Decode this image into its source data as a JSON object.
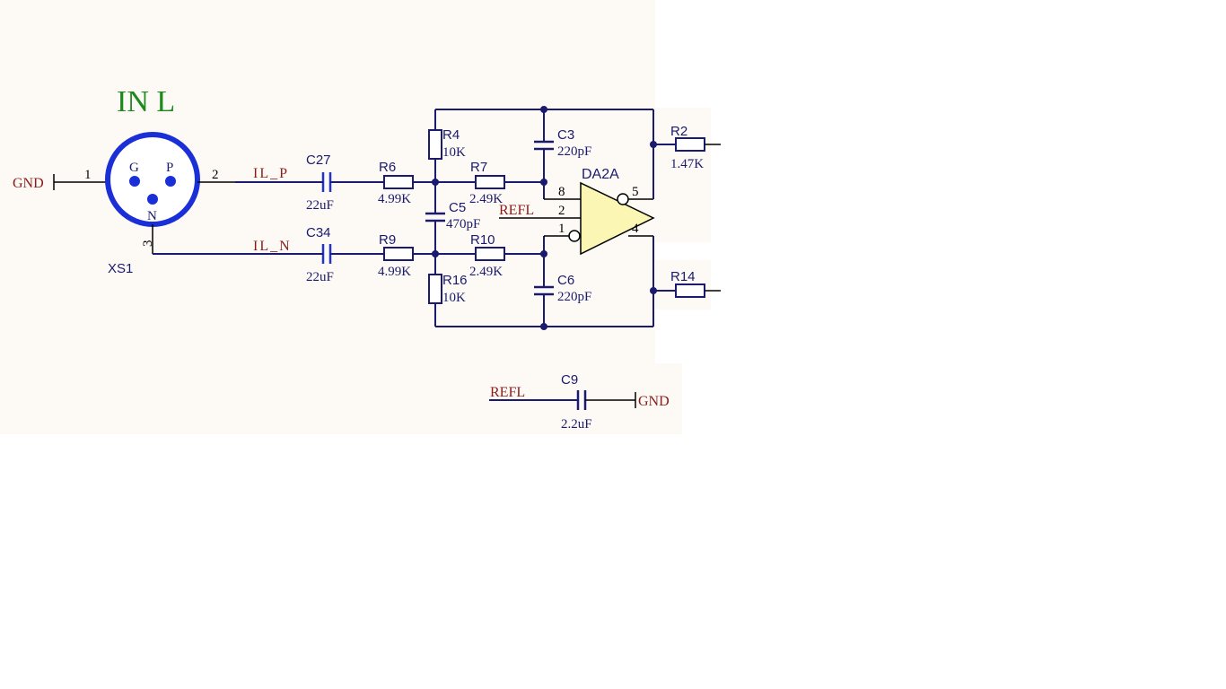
{
  "schematic": {
    "title": "IN L",
    "connector": {
      "designator": "XS1",
      "pins": {
        "G": "G",
        "P": "P",
        "N": "N"
      },
      "pin_numbers": {
        "p1": "1",
        "p2": "2",
        "p3": "3"
      }
    },
    "nets": {
      "gnd_left": "GND",
      "il_p": "IL_P",
      "il_n": "IL_N",
      "refl_op": "REFL",
      "refl_c9": "REFL",
      "gnd_c9": "GND"
    },
    "components": {
      "C27": {
        "ref": "C27",
        "value": "22uF"
      },
      "C34": {
        "ref": "C34",
        "value": "22uF"
      },
      "R6": {
        "ref": "R6",
        "value": "4.99K"
      },
      "R9": {
        "ref": "R9",
        "value": "4.99K"
      },
      "R4": {
        "ref": "R4",
        "value": "10K"
      },
      "R16": {
        "ref": "R16",
        "value": "10K"
      },
      "R7": {
        "ref": "R7",
        "value": "2.49K"
      },
      "R10": {
        "ref": "R10",
        "value": "2.49K"
      },
      "C5": {
        "ref": "C5",
        "value": "470pF"
      },
      "C3": {
        "ref": "C3",
        "value": "220pF"
      },
      "C6": {
        "ref": "C6",
        "value": "220pF"
      },
      "R2": {
        "ref": "R2",
        "value": "1.47K"
      },
      "R14": {
        "ref": "R14",
        "value": ""
      },
      "C9": {
        "ref": "C9",
        "value": "2.2uF"
      }
    },
    "opamp": {
      "ref": "DA2A",
      "pins": {
        "p8": "8",
        "p2": "2",
        "p1": "1",
        "p5": "5",
        "p4": "4"
      }
    },
    "colors": {
      "background": "#fdfaf5",
      "wire": "#1a1a6e",
      "title": "#1e8a1e",
      "net_label": "#8b1a1a",
      "connector": "#1a2fd6",
      "opamp_fill": "#fbf6b4"
    }
  }
}
